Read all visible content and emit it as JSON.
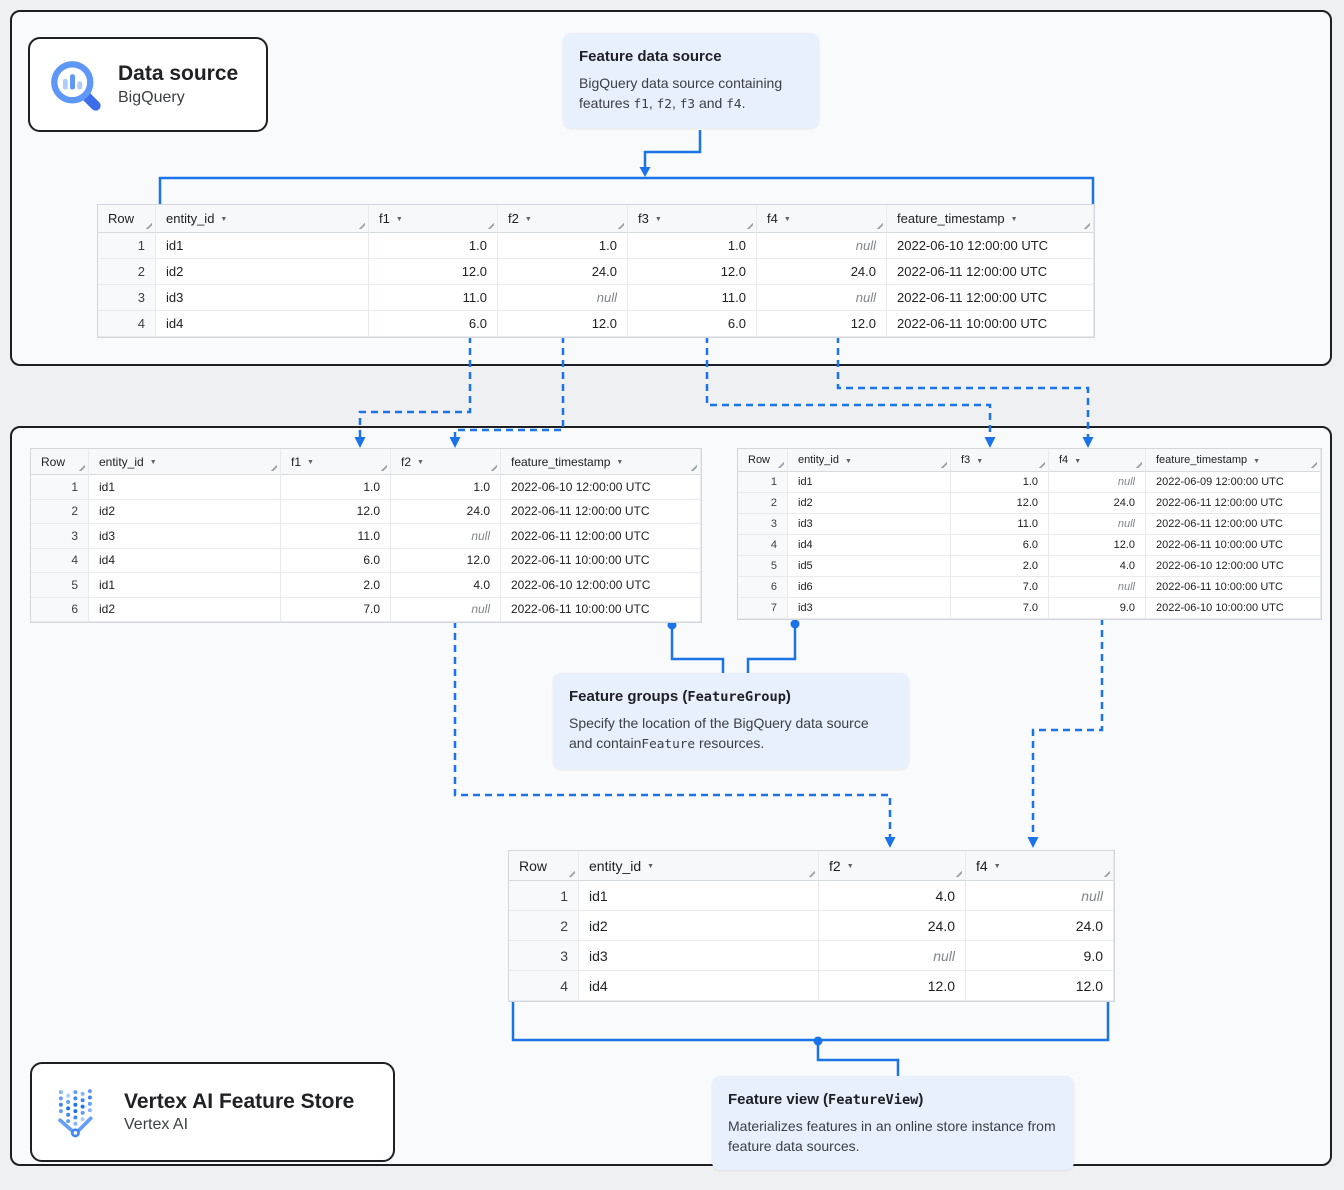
{
  "colors": {
    "accent_blue": "#1a73e8",
    "callout_bg": "#e8f0fe",
    "frame_bg": "#f9fafb",
    "page_bg": "#eef0f2",
    "null_text": "#80868b"
  },
  "cards": {
    "data_source": {
      "title": "Data source",
      "subtitle": "BigQuery",
      "icon": "bigquery-icon"
    },
    "feature_store": {
      "title": "Vertex AI Feature Store",
      "subtitle": "Vertex AI",
      "icon": "vertex-ai-icon"
    }
  },
  "callouts": {
    "feature_data_source": {
      "title_parts": [
        {
          "t": "Feature data source",
          "mono": false
        }
      ],
      "body_parts": [
        {
          "t": "BigQuery data source containing features ",
          "mono": false
        },
        {
          "t": "f1",
          "mono": true
        },
        {
          "t": ", ",
          "mono": false
        },
        {
          "t": "f2",
          "mono": true
        },
        {
          "t": ", ",
          "mono": false
        },
        {
          "t": "f3",
          "mono": true
        },
        {
          "t": " and ",
          "mono": false
        },
        {
          "t": "f4",
          "mono": true
        },
        {
          "t": ".",
          "mono": false
        }
      ]
    },
    "feature_groups": {
      "title_parts": [
        {
          "t": "Feature groups (",
          "mono": false
        },
        {
          "t": "FeatureGroup",
          "mono": true
        },
        {
          "t": ")",
          "mono": false
        }
      ],
      "body_parts": [
        {
          "t": "Specify the location of the BigQuery data source and contain",
          "mono": false
        },
        {
          "t": "Feature",
          "mono": true
        },
        {
          "t": " resources.",
          "mono": false
        }
      ]
    },
    "feature_view": {
      "title_parts": [
        {
          "t": "Feature view (",
          "mono": false
        },
        {
          "t": "FeatureView",
          "mono": true
        },
        {
          "t": ")",
          "mono": false
        }
      ],
      "body_parts": [
        {
          "t": "Materializes features in an online store instance from feature data sources.",
          "mono": false
        }
      ]
    }
  },
  "tables": {
    "source": {
      "columns": [
        {
          "label": "Row",
          "sortable": false
        },
        {
          "label": "entity_id",
          "sortable": true
        },
        {
          "label": "f1",
          "sortable": true
        },
        {
          "label": "f2",
          "sortable": true
        },
        {
          "label": "f3",
          "sortable": true
        },
        {
          "label": "f4",
          "sortable": true
        },
        {
          "label": "feature_timestamp",
          "sortable": true
        }
      ],
      "col_types": [
        "rownum",
        "id",
        "num",
        "num",
        "num",
        "num",
        "ts"
      ],
      "rows": [
        [
          "1",
          "id1",
          "1.0",
          "1.0",
          "1.0",
          "null",
          "2022-06-10 12:00:00 UTC"
        ],
        [
          "2",
          "id2",
          "12.0",
          "24.0",
          "12.0",
          "24.0",
          "2022-06-11 12:00:00 UTC"
        ],
        [
          "3",
          "id3",
          "11.0",
          "null",
          "11.0",
          "null",
          "2022-06-11 12:00:00 UTC"
        ],
        [
          "4",
          "id4",
          "6.0",
          "12.0",
          "6.0",
          "12.0",
          "2022-06-11 10:00:00 UTC"
        ]
      ]
    },
    "group_f1f2": {
      "columns": [
        {
          "label": "Row",
          "sortable": false
        },
        {
          "label": "entity_id",
          "sortable": true
        },
        {
          "label": "f1",
          "sortable": true
        },
        {
          "label": "f2",
          "sortable": true
        },
        {
          "label": "feature_timestamp",
          "sortable": true
        }
      ],
      "col_types": [
        "rownum",
        "id",
        "num",
        "num",
        "ts"
      ],
      "rows": [
        [
          "1",
          "id1",
          "1.0",
          "1.0",
          "2022-06-10 12:00:00 UTC"
        ],
        [
          "2",
          "id2",
          "12.0",
          "24.0",
          "2022-06-11 12:00:00 UTC"
        ],
        [
          "3",
          "id3",
          "11.0",
          "null",
          "2022-06-11 12:00:00 UTC"
        ],
        [
          "4",
          "id4",
          "6.0",
          "12.0",
          "2022-06-11 10:00:00 UTC"
        ],
        [
          "5",
          "id1",
          "2.0",
          "4.0",
          "2022-06-10 12:00:00 UTC"
        ],
        [
          "6",
          "id2",
          "7.0",
          "null",
          "2022-06-11 10:00:00 UTC"
        ]
      ]
    },
    "group_f3f4": {
      "columns": [
        {
          "label": "Row",
          "sortable": false
        },
        {
          "label": "entity_id",
          "sortable": true
        },
        {
          "label": "f3",
          "sortable": true
        },
        {
          "label": "f4",
          "sortable": true
        },
        {
          "label": "feature_timestamp",
          "sortable": true
        }
      ],
      "col_types": [
        "rownum",
        "id",
        "num",
        "num",
        "ts"
      ],
      "rows": [
        [
          "1",
          "id1",
          "1.0",
          "null",
          "2022-06-09 12:00:00 UTC"
        ],
        [
          "2",
          "id2",
          "12.0",
          "24.0",
          "2022-06-11 12:00:00 UTC"
        ],
        [
          "3",
          "id3",
          "11.0",
          "null",
          "2022-06-11 12:00:00 UTC"
        ],
        [
          "4",
          "id4",
          "6.0",
          "12.0",
          "2022-06-11 10:00:00 UTC"
        ],
        [
          "5",
          "id5",
          "2.0",
          "4.0",
          "2022-06-10 12:00:00 UTC"
        ],
        [
          "6",
          "id6",
          "7.0",
          "null",
          "2022-06-11 10:00:00 UTC"
        ],
        [
          "7",
          "id3",
          "7.0",
          "9.0",
          "2022-06-10 10:00:00 UTC"
        ]
      ]
    },
    "view": {
      "columns": [
        {
          "label": "Row",
          "sortable": false
        },
        {
          "label": "entity_id",
          "sortable": true
        },
        {
          "label": "f2",
          "sortable": true
        },
        {
          "label": "f4",
          "sortable": true
        }
      ],
      "col_types": [
        "rownum",
        "id",
        "num",
        "num"
      ],
      "rows": [
        [
          "1",
          "id1",
          "4.0",
          "null"
        ],
        [
          "2",
          "id2",
          "24.0",
          "24.0"
        ],
        [
          "3",
          "id3",
          "null",
          "9.0"
        ],
        [
          "4",
          "id4",
          "12.0",
          "12.0"
        ]
      ]
    }
  }
}
